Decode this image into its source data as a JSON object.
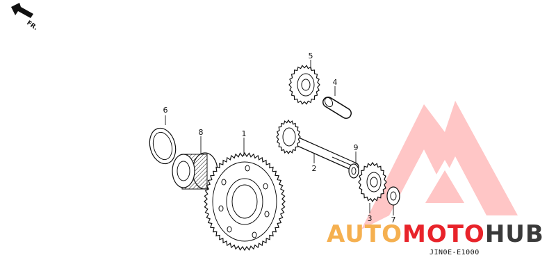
{
  "diagram": {
    "direction_label": "FR.",
    "drawing_code": "JIN0E-E1000",
    "callouts": {
      "c1": "1",
      "c2": "2",
      "c3": "3",
      "c4": "4",
      "c5": "5",
      "c6": "6",
      "c7": "7",
      "c8": "8",
      "c9": "9"
    }
  },
  "watermark": {
    "word_part1": "AUTO",
    "word_part2": "MOTO",
    "word_part3": "HUB",
    "colors": {
      "orange": "#f5b050",
      "red": "#e8232a",
      "dark": "#3a3a3a"
    }
  }
}
